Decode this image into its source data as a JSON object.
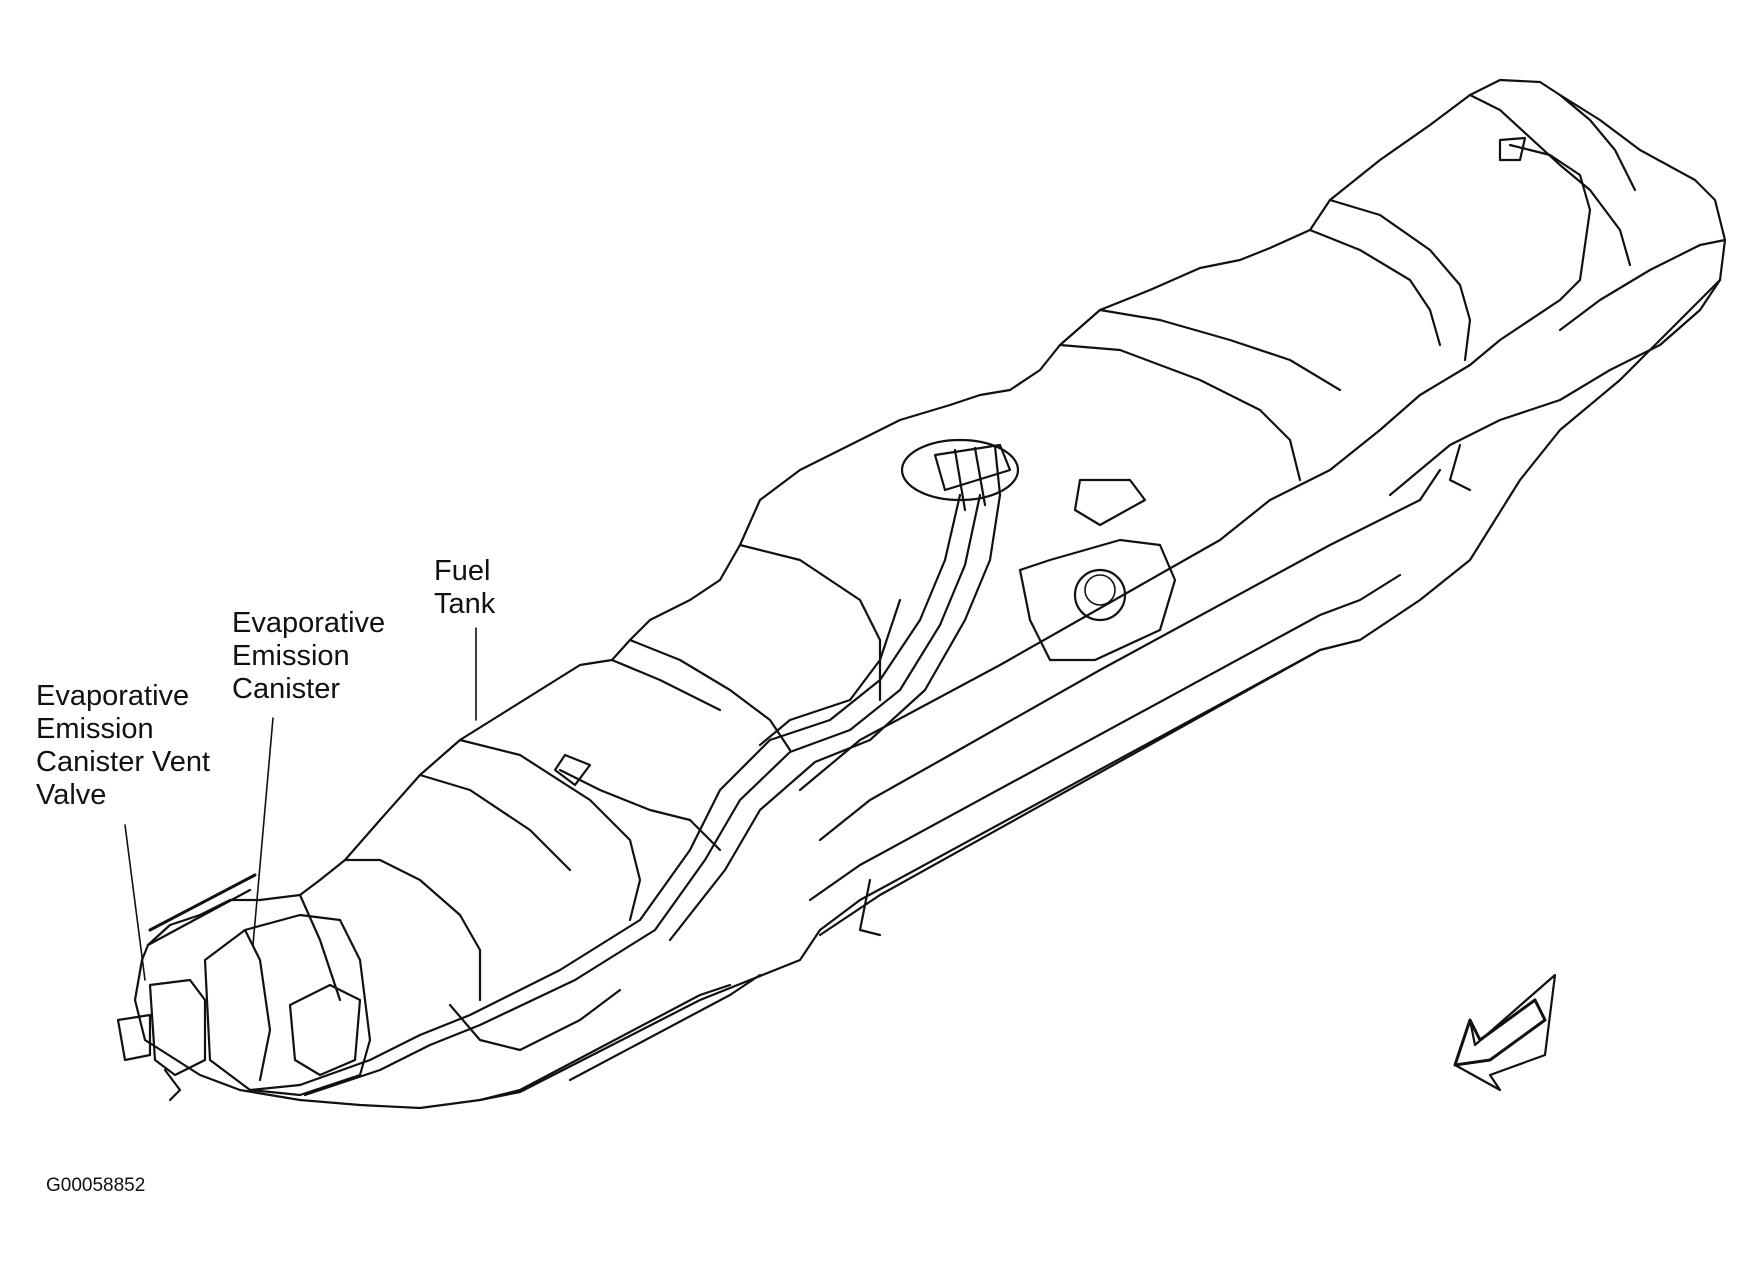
{
  "labels": {
    "fuel_tank": "Fuel\nTank",
    "evap_canister": "Evaporative\nEmission\nCanister",
    "evap_vent_valve": "Evaporative\nEmission\nCanister Vent\nValve"
  },
  "figure_id": "G00058852",
  "colors": {
    "ink": "#111111",
    "background": "#ffffff"
  },
  "icons": {
    "direction_arrow": "front-arrow-icon"
  }
}
